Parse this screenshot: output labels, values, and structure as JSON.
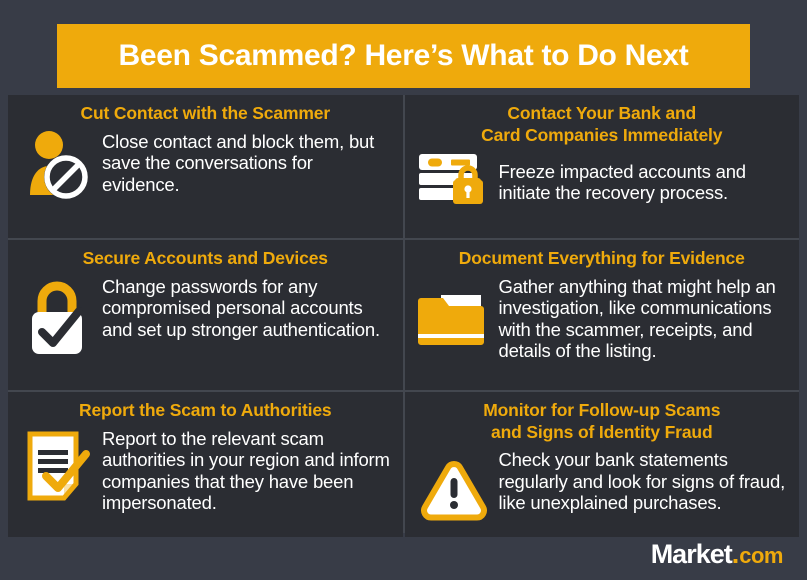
{
  "banner": {
    "title": "Been Scammed? Here’s What to Do Next",
    "background_color": "#EFAA0C",
    "text_color": "#FFFFFF"
  },
  "theme": {
    "page_background": "#383C47",
    "cell_background": "#2B2D33",
    "grid_line_color": "#43474F",
    "accent_color": "#EFAA0C",
    "body_text_color": "#FFFFFF"
  },
  "cells": [
    {
      "id": "cut-contact",
      "title": "Cut Contact with the Scammer",
      "body": "Close contact and block them, but save the conversations for evidence.",
      "icon": "person-blocked-icon"
    },
    {
      "id": "contact-bank",
      "title": "Contact Your Bank and\nCard Companies Immediately",
      "body": "Freeze impacted accounts and initiate the recovery process.",
      "icon": "credit-card-lock-icon"
    },
    {
      "id": "secure-accounts",
      "title": "Secure Accounts and Devices",
      "body": "Change passwords for any compromised personal accounts and set up stronger authentication.",
      "icon": "padlock-check-icon"
    },
    {
      "id": "document-everything",
      "title": "Document Everything for Evidence",
      "body": "Gather anything that might help an investigation, like communications with the scammer, receipts, and details of the listing.",
      "icon": "folder-icon"
    },
    {
      "id": "report-scam",
      "title": "Report the Scam to Authorities",
      "body": "Report to the relevant scam authorities in your region and inform companies that they have been impersonated.",
      "icon": "document-check-icon"
    },
    {
      "id": "monitor-followup",
      "title": "Monitor for Follow-up Scams\nand Signs of Identity Fraud",
      "body": "Check your bank statements regularly and look for signs of fraud, like unexplained purchases.",
      "icon": "warning-triangle-icon"
    }
  ],
  "footer": {
    "logo_main": "Market",
    "logo_dot": ".",
    "logo_com": "com"
  }
}
